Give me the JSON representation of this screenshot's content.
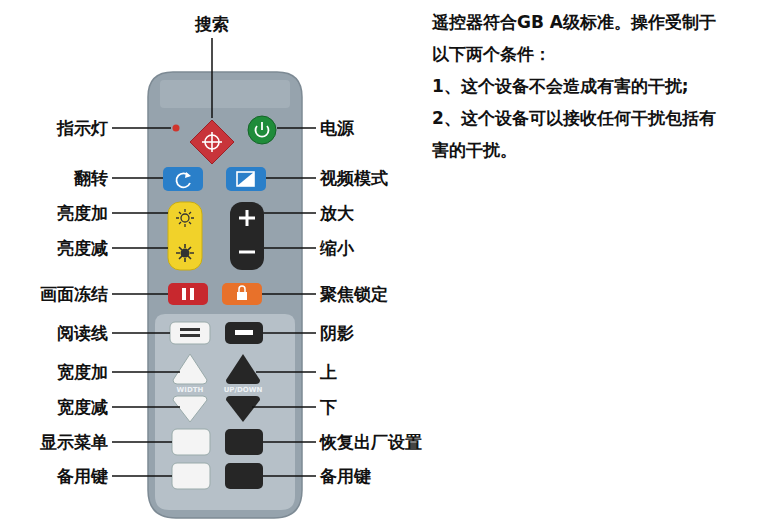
{
  "diagram": {
    "labels": [
      "搜索",
      "指示灯",
      "电源",
      "翻转",
      "视频模式",
      "亮度加",
      "放大",
      "亮度减",
      "缩小",
      "画面冻结",
      "聚焦锁定",
      "阅读线",
      "阴影",
      "宽度加",
      "上",
      "宽度减",
      "下",
      "显示菜单",
      "恢复出厂设置",
      "备用键",
      "备用键",
      "WIDTH",
      "UP/DOWN",
      "遥控器符合GB A级标准。操作受制于以下两个条件：",
      "1、这个设备不会造成有害的干扰;",
      "2、这个设备可以接收任何干扰包括有害的干扰。"
    ]
  }
}
